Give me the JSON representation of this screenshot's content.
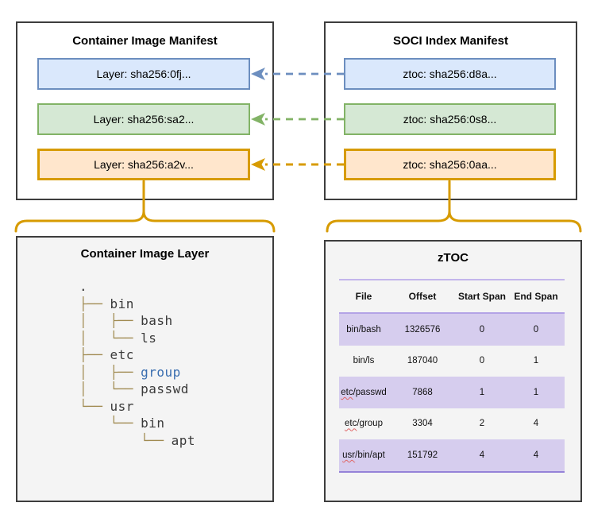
{
  "diagram": {
    "top_left_panel": {
      "title": "Container Image Manifest",
      "items": [
        {
          "label": "Layer: sha256:0fj...",
          "color": "blue"
        },
        {
          "label": "Layer: sha256:sa2...",
          "color": "green"
        },
        {
          "label": "Layer: sha256:a2v...",
          "color": "orange"
        }
      ]
    },
    "top_right_panel": {
      "title": "SOCI Index Manifest",
      "items": [
        {
          "label": "ztoc: sha256:d8a...",
          "color": "blue"
        },
        {
          "label": "ztoc: sha256:0s8...",
          "color": "green"
        },
        {
          "label": "ztoc: sha256:0aa...",
          "color": "orange"
        }
      ]
    },
    "arrows": [
      {
        "from": "ztoc: sha256:d8a...",
        "to": "Layer: sha256:0fj...",
        "color": "#6c8ebf",
        "style": "dashed"
      },
      {
        "from": "ztoc: sha256:0s8...",
        "to": "Layer: sha256:sa2...",
        "color": "#82b366",
        "style": "dashed"
      },
      {
        "from": "ztoc: sha256:0aa...",
        "to": "Layer: sha256:a2v...",
        "color": "#d79b00",
        "style": "dashed"
      }
    ],
    "bottom_left_panel": {
      "title": "Container Image Layer",
      "tree": [
        {
          "prefix": "",
          "name": ".",
          "highlight": false
        },
        {
          "prefix": "├── ",
          "name": "bin",
          "highlight": false
        },
        {
          "prefix": "│   ├── ",
          "name": "bash",
          "highlight": false
        },
        {
          "prefix": "│   └── ",
          "name": "ls",
          "highlight": false
        },
        {
          "prefix": "├── ",
          "name": "etc",
          "highlight": false
        },
        {
          "prefix": "│   ├── ",
          "name": "group",
          "highlight": true
        },
        {
          "prefix": "│   └── ",
          "name": "passwd",
          "highlight": false
        },
        {
          "prefix": "└── ",
          "name": "usr",
          "highlight": false
        },
        {
          "prefix": "    └── ",
          "name": "bin",
          "highlight": false
        },
        {
          "prefix": "        └── ",
          "name": "apt",
          "highlight": false
        }
      ]
    },
    "bottom_right_panel": {
      "title": "zTOC",
      "table": {
        "headers": [
          "File",
          "Offset",
          "Start Span",
          "End Span"
        ],
        "rows": [
          {
            "file": "bin/bash",
            "offset": "1326576",
            "start_span": "0",
            "end_span": "0",
            "shaded": true,
            "squiggle": ""
          },
          {
            "file": "bin/ls",
            "offset": "187040",
            "start_span": "0",
            "end_span": "1",
            "shaded": false,
            "squiggle": ""
          },
          {
            "file": "etc/passwd",
            "offset": "7868",
            "start_span": "1",
            "end_span": "1",
            "shaded": true,
            "squiggle": "etc"
          },
          {
            "file": "etc/group",
            "offset": "3304",
            "start_span": "2",
            "end_span": "4",
            "shaded": false,
            "squiggle": "etc"
          },
          {
            "file": "usr/bin/apt",
            "offset": "151792",
            "start_span": "4",
            "end_span": "4",
            "shaded": true,
            "squiggle": "usr"
          }
        ]
      }
    },
    "colors": {
      "blue_fill": "#dae8fc",
      "blue_border": "#6c8ebf",
      "green_fill": "#d5e8d4",
      "green_border": "#82b366",
      "orange_fill": "#ffe6cc",
      "orange_border": "#d79b00",
      "panel_border": "#3d3d3d",
      "panel_bg_bottom": "#f4f4f4",
      "connector_gold": "#d79b00",
      "table_row_shade": "#d6cdee",
      "table_rule_purple": "#9582d8",
      "tree_branch": "#a08a50",
      "tree_text": "#3a3a3a",
      "tree_highlight_blue": "#3a6eb0",
      "spellcheck_red": "#e06666"
    }
  }
}
